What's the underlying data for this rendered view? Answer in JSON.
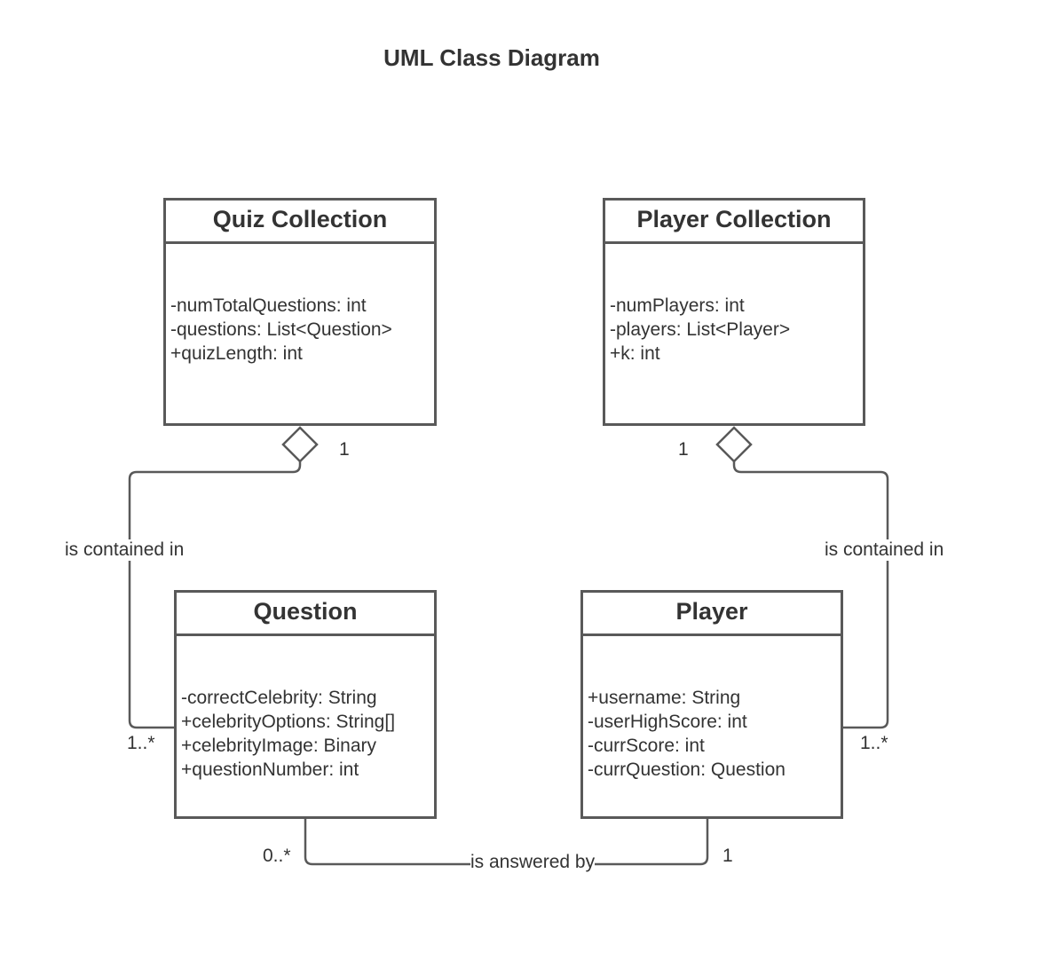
{
  "title": "UML Class Diagram",
  "classes": {
    "quiz_collection": {
      "name": "Quiz Collection",
      "attributes": [
        "-numTotalQuestions: int",
        "-questions: List<Question>",
        "+quizLength: int"
      ]
    },
    "player_collection": {
      "name": "Player Collection",
      "attributes": [
        "-numPlayers: int",
        "-players: List<Player>",
        "+k: int"
      ]
    },
    "question": {
      "name": "Question",
      "attributes": [
        "-correctCelebrity: String",
        "+celebrityOptions: String[]",
        "+celebrityImage: Binary",
        "+questionNumber: int"
      ]
    },
    "player": {
      "name": "Player",
      "attributes": [
        "+username: String",
        "-userHighScore: int",
        "-currScore: int",
        "-currQuestion: Question"
      ]
    }
  },
  "relationships": {
    "quiz_contains_question": {
      "label": "is contained in",
      "whole_multiplicity": "1",
      "part_multiplicity": "1..*",
      "kind": "aggregation"
    },
    "player_collection_contains_player": {
      "label": "is contained in",
      "whole_multiplicity": "1",
      "part_multiplicity": "1..*",
      "kind": "aggregation"
    },
    "question_answered_by_player": {
      "label": "is answered by",
      "question_multiplicity": "0..*",
      "player_multiplicity": "1",
      "kind": "association"
    }
  },
  "colors": {
    "border": "#595959",
    "text": "#333333",
    "background": "#ffffff"
  }
}
